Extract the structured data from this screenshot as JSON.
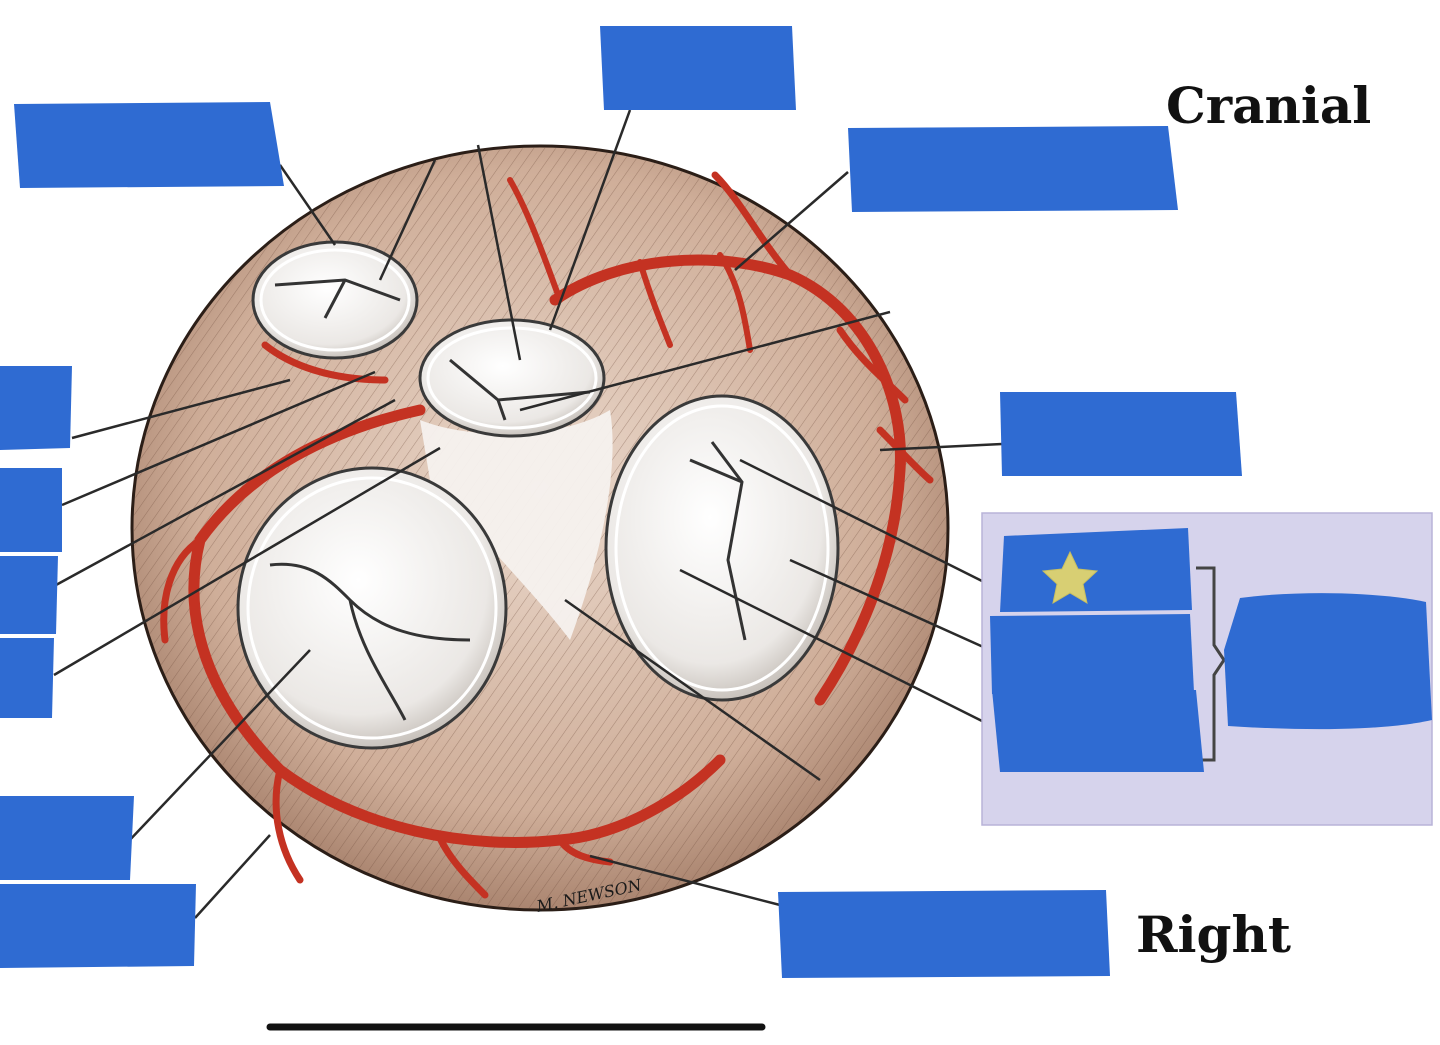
{
  "labels": {
    "cranial": "Cranial",
    "right": "Right",
    "signature": "M. NEWSON"
  },
  "colors": {
    "mask_blue": "#2f6bd2",
    "panel_lavender": "#d6d3ec",
    "star": "#d8cf73",
    "artery": "#c43222",
    "muscle": "#c9a692",
    "valve": "#f4f2f0",
    "leader_line": "#2a2a2a"
  },
  "icons": {
    "star": "star-icon"
  }
}
